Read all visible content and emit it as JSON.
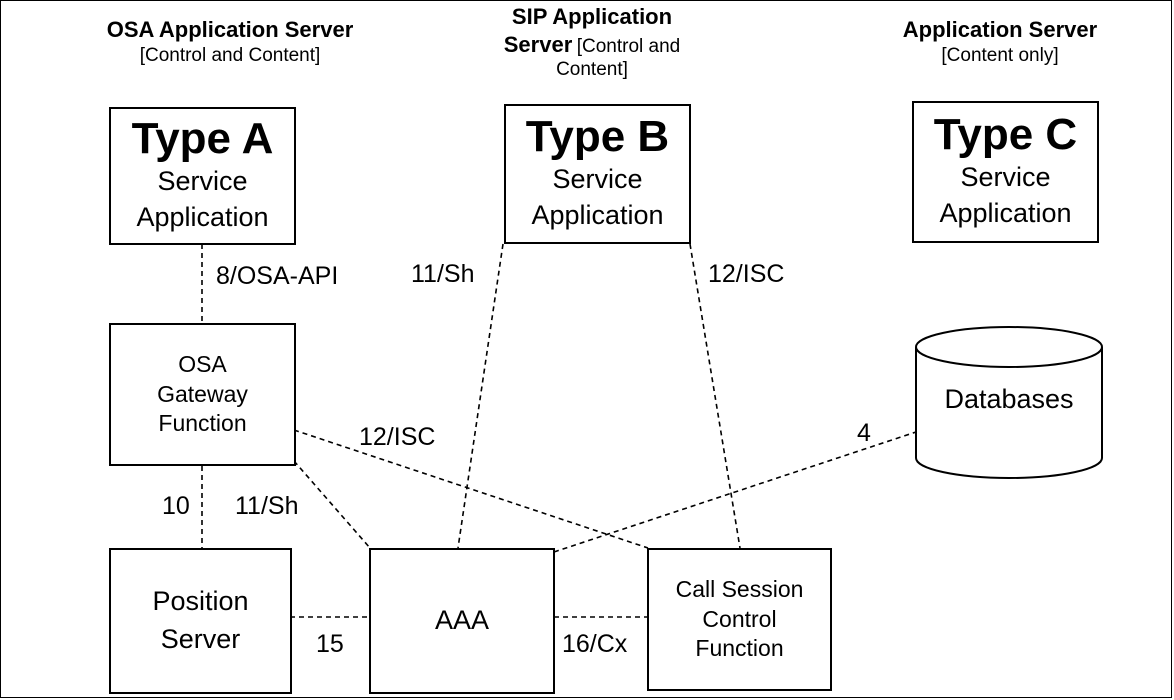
{
  "headers": {
    "osa": {
      "title": "OSA Application Server",
      "subtitle": "[Control and Content]"
    },
    "sip": {
      "title_line1": "SIP Application",
      "title_line2": "Server",
      "subtitle_inline": "[Control and",
      "subtitle_line3": "Content]"
    },
    "as": {
      "title": "Application Server",
      "subtitle": "[Content only]"
    }
  },
  "boxes": {
    "type_a": {
      "type": "Type A",
      "line1": "Service",
      "line2": "Application"
    },
    "type_b": {
      "type": "Type B",
      "line1": "Service",
      "line2": "Application"
    },
    "type_c": {
      "type": "Type C",
      "line1": "Service",
      "line2": "Application"
    },
    "osa_gw": {
      "line1": "OSA",
      "line2": "Gateway",
      "line3": "Function"
    },
    "position": {
      "line1": "Position",
      "line2": "Server"
    },
    "aaa": {
      "label": "AAA"
    },
    "cscf": {
      "line1": "Call Session",
      "line2": "Control",
      "line3": "Function"
    },
    "databases": {
      "label": "Databases"
    }
  },
  "links": {
    "osa_api": "8/OSA-API",
    "sh_b": "11/Sh",
    "isc_b": "12/ISC",
    "isc_gw": "12/ISC",
    "db": "4",
    "pos": "10",
    "sh_gw": "11/Sh",
    "pos_aaa": "15",
    "cx": "16/Cx"
  }
}
